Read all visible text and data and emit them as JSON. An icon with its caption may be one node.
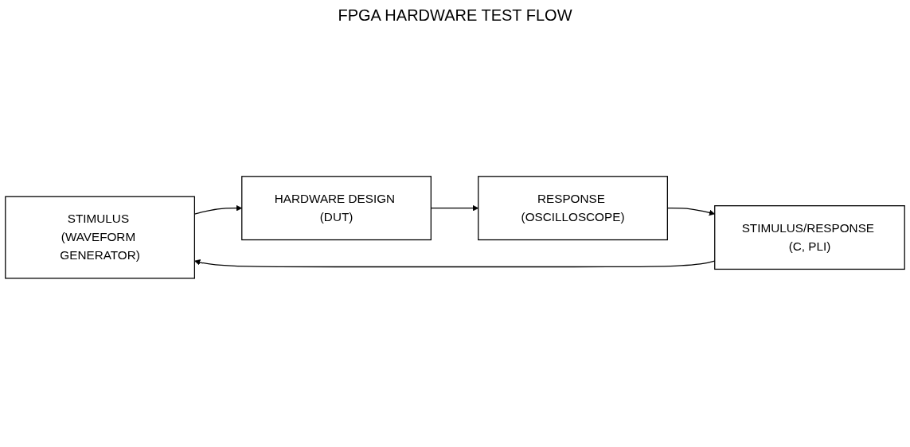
{
  "diagram": {
    "title": "FPGA HARDWARE TEST FLOW",
    "nodes": [
      {
        "text": [
          "STIMULUS (WAVEFORM GENERATOR)"
        ]
      },
      {
        "text": [
          "HARDWARE DESIGN (DUT)"
        ]
      },
      {
        "text": [
          "RESPONSE (OSCILLOSCOPE)"
        ]
      },
      {
        "text": [
          "STIMULUS/RESPONSE (C, PLI)"
        ]
      }
    ],
    "edges": [
      {
        "from": 0,
        "to": 1,
        "arrow": "to"
      },
      {
        "from": 1,
        "to": 2,
        "arrow": "to"
      },
      {
        "from": 2,
        "to": 3,
        "arrow": "to"
      },
      {
        "from": 3,
        "to": 0,
        "arrow": "to"
      }
    ]
  }
}
